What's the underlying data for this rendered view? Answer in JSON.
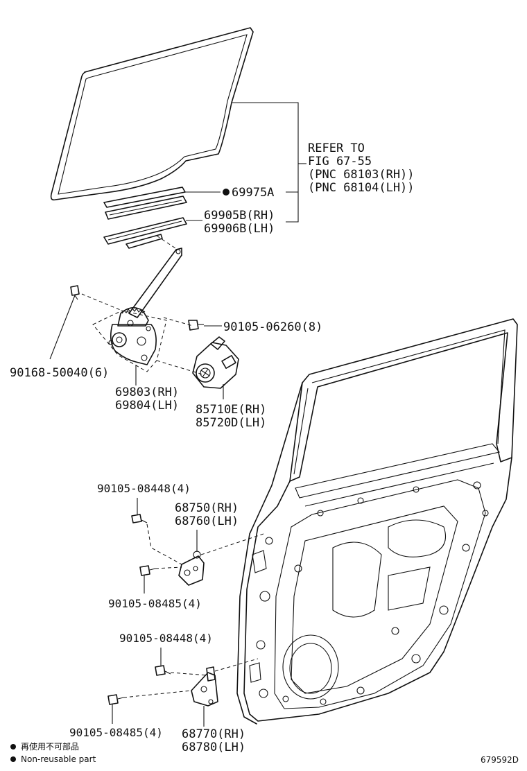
{
  "labels": {
    "refer_line1": "REFER TO",
    "refer_line2": "FIG 67-55",
    "refer_line3": "(PNC 68103(RH))",
    "refer_line4": "(PNC 68104(LH))",
    "p69975a": "69975A",
    "p69905b": "69905B(RH)",
    "p69906b": "69906B(LH)",
    "p90105_06260": "90105-06260(8)",
    "p90168_50040": "90168-50040(6)",
    "p69803": "69803(RH)",
    "p69804": "69804(LH)",
    "p85710e": "85710E(RH)",
    "p85720d": "85720D(LH)",
    "p90105_08448_a": "90105-08448(4)",
    "p68750": "68750(RH)",
    "p68760": "68760(LH)",
    "p90105_08485_a": "90105-08485(4)",
    "p90105_08448_b": "90105-08448(4)",
    "p90105_08485_b": "90105-08485(4)",
    "p68770": "68770(RH)",
    "p68780": "68780(LH)"
  },
  "legend": {
    "japanese": "再使用不可部品",
    "english": "Non-reusable part"
  },
  "diagram_id": "679592D"
}
